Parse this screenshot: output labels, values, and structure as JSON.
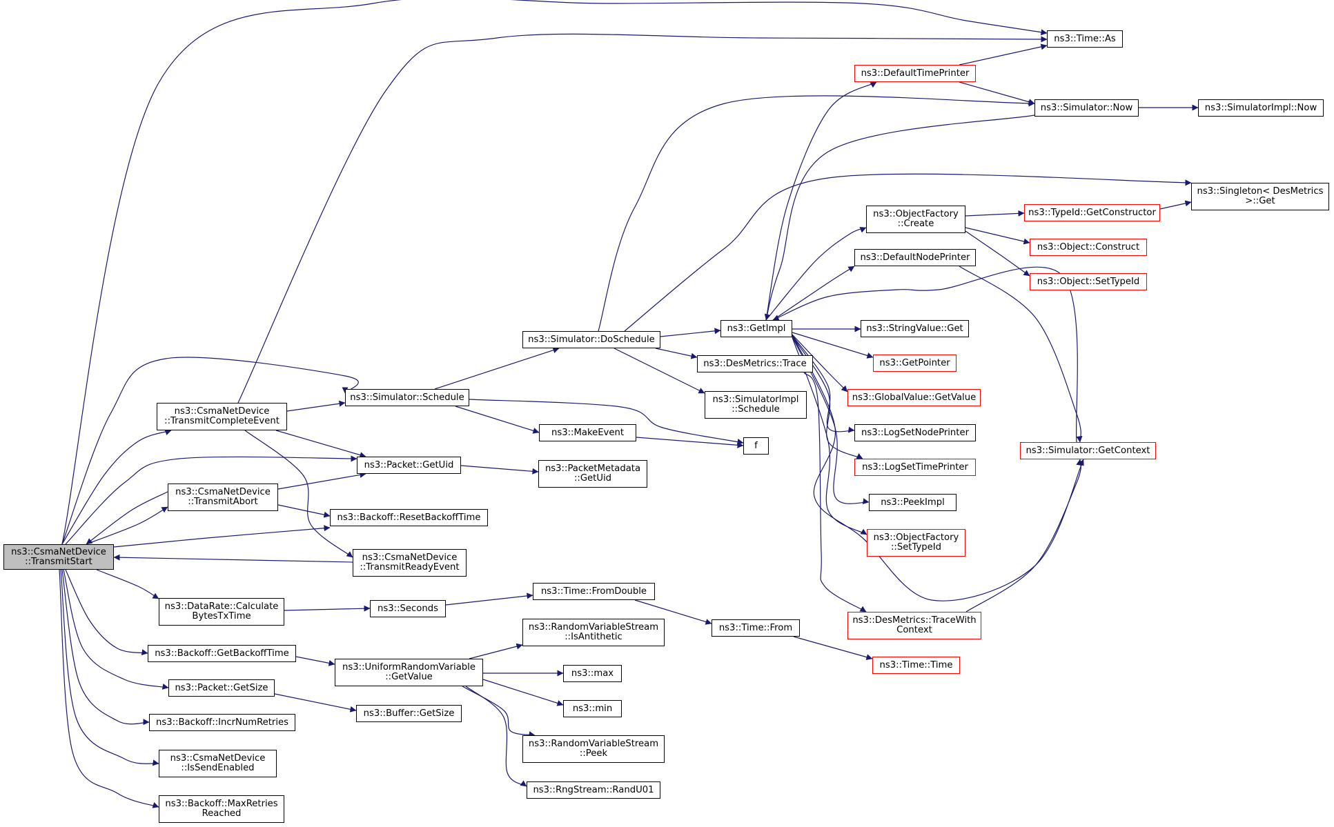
{
  "diagram": {
    "type": "call-graph",
    "colors": {
      "edge": "#191970",
      "node_border": "#000000",
      "truncated_border": "#ff0000",
      "root_fill": "#bfbfbf",
      "background": "#ffffff"
    },
    "nodes": [
      {
        "id": "transmit_start",
        "label": "ns3::CsmaNetDevice\n::TransmitStart",
        "style": "root"
      },
      {
        "id": "time_as",
        "label": "ns3::Time::As",
        "style": "normal"
      },
      {
        "id": "default_time_printer",
        "label": "ns3::DefaultTimePrinter",
        "style": "red"
      },
      {
        "id": "simulator_now",
        "label": "ns3::Simulator::Now",
        "style": "normal"
      },
      {
        "id": "simimpl_now",
        "label": "ns3::SimulatorImpl::Now",
        "style": "normal"
      },
      {
        "id": "singleton_get",
        "label": "ns3::Singleton< DesMetrics\n>::Get",
        "style": "normal"
      },
      {
        "id": "objfactory_create",
        "label": "ns3::ObjectFactory\n::Create",
        "style": "normal"
      },
      {
        "id": "typeid_getconstructor",
        "label": "ns3::TypeId::GetConstructor",
        "style": "red"
      },
      {
        "id": "object_construct",
        "label": "ns3::Object::Construct",
        "style": "red"
      },
      {
        "id": "default_node_printer",
        "label": "ns3::DefaultNodePrinter",
        "style": "normal"
      },
      {
        "id": "object_settypeid",
        "label": "ns3::Object::SetTypeId",
        "style": "red"
      },
      {
        "id": "get_impl",
        "label": "ns3::GetImpl",
        "style": "normal"
      },
      {
        "id": "stringvalue_get",
        "label": "ns3::StringValue::Get",
        "style": "normal"
      },
      {
        "id": "simulator_doschedule",
        "label": "ns3::Simulator::DoSchedule",
        "style": "normal"
      },
      {
        "id": "desmetrics_trace",
        "label": "ns3::DesMetrics::Trace",
        "style": "normal"
      },
      {
        "id": "get_pointer",
        "label": "ns3::GetPointer",
        "style": "red"
      },
      {
        "id": "globalvalue_getvalue",
        "label": "ns3::GlobalValue::GetValue",
        "style": "red"
      },
      {
        "id": "simimpl_schedule",
        "label": "ns3::SimulatorImpl\n::Schedule",
        "style": "normal"
      },
      {
        "id": "simulator_schedule",
        "label": "ns3::Simulator::Schedule",
        "style": "normal"
      },
      {
        "id": "transmit_complete_event",
        "label": "ns3::CsmaNetDevice\n::TransmitCompleteEvent",
        "style": "normal"
      },
      {
        "id": "make_event",
        "label": "ns3::MakeEvent",
        "style": "normal"
      },
      {
        "id": "log_set_node_printer",
        "label": "ns3::LogSetNodePrinter",
        "style": "normal"
      },
      {
        "id": "f",
        "label": "f",
        "style": "normal"
      },
      {
        "id": "simulator_getcontext",
        "label": "ns3::Simulator::GetContext",
        "style": "red"
      },
      {
        "id": "packet_getuid",
        "label": "ns3::Packet::GetUid",
        "style": "normal"
      },
      {
        "id": "packetmetadata_getuid",
        "label": "ns3::PacketMetadata\n::GetUid",
        "style": "normal"
      },
      {
        "id": "log_set_time_printer",
        "label": "ns3::LogSetTimePrinter",
        "style": "red"
      },
      {
        "id": "transmit_abort",
        "label": "ns3::CsmaNetDevice\n::TransmitAbort",
        "style": "normal"
      },
      {
        "id": "peek_impl",
        "label": "ns3::PeekImpl",
        "style": "normal"
      },
      {
        "id": "backoff_reset",
        "label": "ns3::Backoff::ResetBackoffTime",
        "style": "normal"
      },
      {
        "id": "objfactory_settypeid",
        "label": "ns3::ObjectFactory\n::SetTypeId",
        "style": "red"
      },
      {
        "id": "transmit_ready_event",
        "label": "ns3::CsmaNetDevice\n::TransmitReadyEvent",
        "style": "normal"
      },
      {
        "id": "time_fromdouble",
        "label": "ns3::Time::FromDouble",
        "style": "normal"
      },
      {
        "id": "datarate_calc",
        "label": "ns3::DataRate::Calculate\nBytesTxTime",
        "style": "normal"
      },
      {
        "id": "seconds",
        "label": "ns3::Seconds",
        "style": "normal"
      },
      {
        "id": "desmetrics_tracewithcontext",
        "label": "ns3::DesMetrics::TraceWith\nContext",
        "style": "red"
      },
      {
        "id": "time_from",
        "label": "ns3::Time::From",
        "style": "normal"
      },
      {
        "id": "rvs_isantithetic",
        "label": "ns3::RandomVariableStream\n::IsAntithetic",
        "style": "normal"
      },
      {
        "id": "backoff_getbackofftime",
        "label": "ns3::Backoff::GetBackoffTime",
        "style": "normal"
      },
      {
        "id": "time_time",
        "label": "ns3::Time::Time",
        "style": "red"
      },
      {
        "id": "uniform_getvalue",
        "label": "ns3::UniformRandomVariable\n::GetValue",
        "style": "normal"
      },
      {
        "id": "max",
        "label": "ns3::max",
        "style": "normal"
      },
      {
        "id": "packet_getsize",
        "label": "ns3::Packet::GetSize",
        "style": "normal"
      },
      {
        "id": "min",
        "label": "ns3::min",
        "style": "normal"
      },
      {
        "id": "buffer_getsize",
        "label": "ns3::Buffer::GetSize",
        "style": "normal"
      },
      {
        "id": "backoff_incr",
        "label": "ns3::Backoff::IncrNumRetries",
        "style": "normal"
      },
      {
        "id": "rvs_peek",
        "label": "ns3::RandomVariableStream\n::Peek",
        "style": "normal"
      },
      {
        "id": "is_send_enabled",
        "label": "ns3::CsmaNetDevice\n::IsSendEnabled",
        "style": "normal"
      },
      {
        "id": "rngstream_randu01",
        "label": "ns3::RngStream::RandU01",
        "style": "normal"
      },
      {
        "id": "backoff_maxretries",
        "label": "ns3::Backoff::MaxRetries\nReached",
        "style": "normal"
      }
    ],
    "edges": [
      [
        "transmit_start",
        "time_as"
      ],
      [
        "transmit_start",
        "simulator_schedule"
      ],
      [
        "transmit_start",
        "transmit_complete_event"
      ],
      [
        "transmit_start",
        "packet_getuid"
      ],
      [
        "transmit_start",
        "transmit_abort"
      ],
      [
        "transmit_start",
        "backoff_reset"
      ],
      [
        "transmit_start",
        "datarate_calc"
      ],
      [
        "transmit_start",
        "backoff_getbackofftime"
      ],
      [
        "transmit_start",
        "packet_getsize"
      ],
      [
        "transmit_start",
        "backoff_incr"
      ],
      [
        "transmit_start",
        "is_send_enabled"
      ],
      [
        "transmit_start",
        "backoff_maxretries"
      ],
      [
        "transmit_complete_event",
        "time_as"
      ],
      [
        "transmit_complete_event",
        "simulator_schedule"
      ],
      [
        "transmit_complete_event",
        "packet_getuid"
      ],
      [
        "transmit_complete_event",
        "transmit_ready_event"
      ],
      [
        "transmit_abort",
        "transmit_start"
      ],
      [
        "transmit_abort",
        "packet_getuid"
      ],
      [
        "transmit_abort",
        "backoff_reset"
      ],
      [
        "transmit_ready_event",
        "transmit_start"
      ],
      [
        "simulator_schedule",
        "simulator_doschedule"
      ],
      [
        "simulator_schedule",
        "make_event"
      ],
      [
        "simulator_schedule",
        "f"
      ],
      [
        "make_event",
        "f"
      ],
      [
        "simulator_doschedule",
        "simulator_now"
      ],
      [
        "simulator_doschedule",
        "singleton_get"
      ],
      [
        "simulator_doschedule",
        "get_impl"
      ],
      [
        "simulator_doschedule",
        "desmetrics_trace"
      ],
      [
        "simulator_doschedule",
        "simimpl_schedule"
      ],
      [
        "desmetrics_trace",
        "desmetrics_tracewithcontext"
      ],
      [
        "default_time_printer",
        "time_as"
      ],
      [
        "default_time_printer",
        "simulator_now"
      ],
      [
        "simulator_now",
        "simimpl_now"
      ],
      [
        "simulator_now",
        "get_impl"
      ],
      [
        "objfactory_create",
        "typeid_getconstructor"
      ],
      [
        "objfactory_create",
        "object_construct"
      ],
      [
        "objfactory_create",
        "object_settypeid"
      ],
      [
        "typeid_getconstructor",
        "singleton_get"
      ],
      [
        "default_node_printer",
        "simulator_getcontext"
      ],
      [
        "get_impl",
        "default_time_printer"
      ],
      [
        "get_impl",
        "objfactory_create"
      ],
      [
        "get_impl",
        "default_node_printer"
      ],
      [
        "get_impl",
        "stringvalue_get"
      ],
      [
        "get_impl",
        "get_pointer"
      ],
      [
        "get_impl",
        "globalvalue_getvalue"
      ],
      [
        "get_impl",
        "log_set_node_printer"
      ],
      [
        "get_impl",
        "log_set_time_printer"
      ],
      [
        "get_impl",
        "peek_impl"
      ],
      [
        "get_impl",
        "objfactory_settypeid"
      ],
      [
        "get_impl",
        "simulator_getcontext"
      ],
      [
        "simulator_getcontext",
        "get_impl"
      ],
      [
        "desmetrics_tracewithcontext",
        "simulator_getcontext"
      ],
      [
        "packet_getuid",
        "packetmetadata_getuid"
      ],
      [
        "datarate_calc",
        "seconds"
      ],
      [
        "seconds",
        "time_fromdouble"
      ],
      [
        "time_fromdouble",
        "time_from"
      ],
      [
        "time_from",
        "time_time"
      ],
      [
        "backoff_getbackofftime",
        "uniform_getvalue"
      ],
      [
        "uniform_getvalue",
        "rvs_isantithetic"
      ],
      [
        "uniform_getvalue",
        "max"
      ],
      [
        "uniform_getvalue",
        "min"
      ],
      [
        "uniform_getvalue",
        "rvs_peek"
      ],
      [
        "uniform_getvalue",
        "rngstream_randu01"
      ],
      [
        "packet_getsize",
        "buffer_getsize"
      ]
    ]
  }
}
